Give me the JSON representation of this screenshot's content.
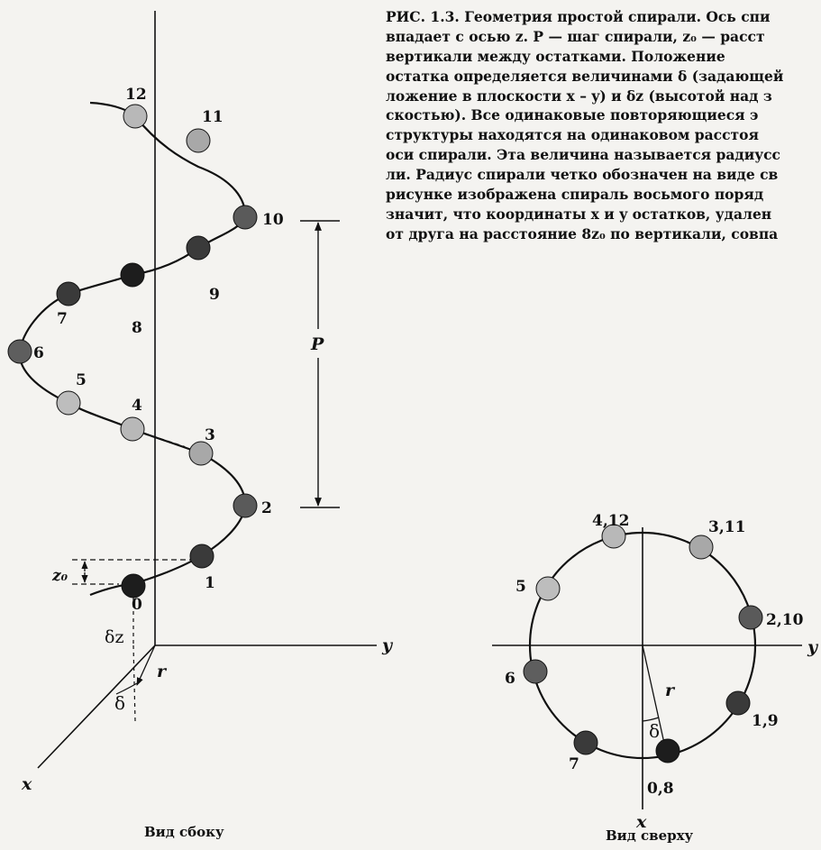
{
  "caption": {
    "lines": [
      "РИС. 1.3. Геометрия простой спирали. Ось спи",
      "впадает с осью z. P — шаг спирали, z₀ — расст",
      "вертикали между остатками. Положение",
      "остатка определяется величинами δ (задающей",
      "ложение в плоскости x – y) и δz (высотой над з",
      "скостью). Все одинаковые повторяющиеся э",
      "структуры находятся на одинаковом расстоя",
      "оси спирали. Эта величина называется радиусс",
      "ли. Радиус спирали четко обозначен на виде св",
      "рисунке изображена спираль восьмого поряд",
      "значит, что координаты x и y остатков, удален",
      "от друга на расстояние 8z₀ по вертикали, совпа"
    ]
  },
  "side_view": {
    "title": "Вид сбоку",
    "residues": [
      {
        "label": "0",
        "shade": "#1d1d1d"
      },
      {
        "label": "1",
        "shade": "#3a3a3a"
      },
      {
        "label": "2",
        "shade": "#5a5a5a"
      },
      {
        "label": "3",
        "shade": "#a8a8a8"
      },
      {
        "label": "4",
        "shade": "#b8b8b8"
      },
      {
        "label": "5",
        "shade": "#bdbdbd"
      },
      {
        "label": "6",
        "shade": "#5e5e5e"
      },
      {
        "label": "7",
        "shade": "#3a3a3a"
      },
      {
        "label": "8",
        "shade": "#1d1d1d"
      },
      {
        "label": "9",
        "shade": "#3a3a3a"
      },
      {
        "label": "10",
        "shade": "#5a5a5a"
      },
      {
        "label": "11",
        "shade": "#a8a8a8"
      },
      {
        "label": "12",
        "shade": "#b8b8b8"
      }
    ],
    "pitch_label": "P",
    "rise_label": "z₀",
    "dz_label": "δz",
    "delta_label": "δ",
    "r_label": "r",
    "axis_y": "y",
    "axis_x": "x"
  },
  "top_view": {
    "title": "Вид сверху",
    "residues": [
      {
        "label": "0,8",
        "shade": "#1d1d1d"
      },
      {
        "label": "1,9",
        "shade": "#3a3a3a"
      },
      {
        "label": "2,10",
        "shade": "#5a5a5a"
      },
      {
        "label": "3,11",
        "shade": "#a8a8a8"
      },
      {
        "label": "4,12",
        "shade": "#b8b8b8"
      },
      {
        "label": "5",
        "shade": "#bdbdbd"
      },
      {
        "label": "6",
        "shade": "#5e5e5e"
      },
      {
        "label": "7",
        "shade": "#3a3a3a"
      }
    ],
    "r_label": "r",
    "delta_label": "δ",
    "axis_y": "y",
    "axis_x": "x"
  }
}
